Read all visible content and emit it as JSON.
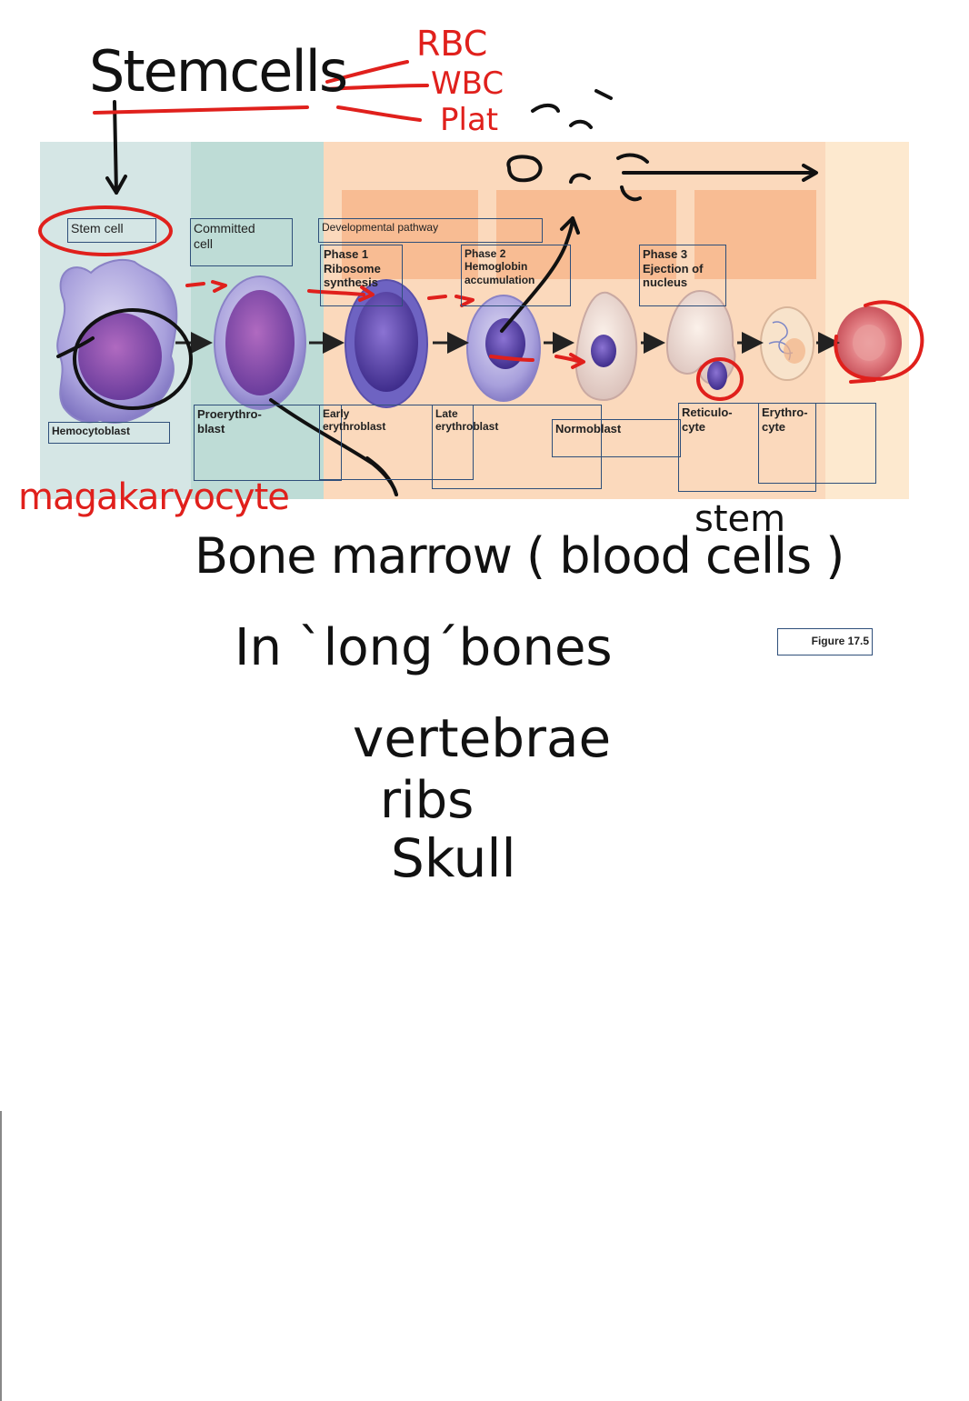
{
  "diagram": {
    "stages": {
      "stem_cell": "Stem cell",
      "committed_cell": "Committed\ncell",
      "developmental_pathway": "Developmental pathway"
    },
    "phases": {
      "phase1": "Phase 1\nRibosome\nsynthesis",
      "phase2": "Phase 2\nHemoglobin\naccumulation",
      "phase3": "Phase 3\nEjection of\nnucleus"
    },
    "cells": {
      "hemocytoblast": "Hemocytoblast",
      "proerythroblast": "Proerythro-\nblast",
      "early_erythroblast": "Early\nerythroblast",
      "late_erythroblast": "Late\nerythroblast",
      "normoblast": "Normoblast",
      "reticulocyte": "Reticulo-\ncyte",
      "erythrocyte": "Erythro-\ncyte"
    },
    "figure_caption": "Figure 17.5",
    "colors": {
      "stem_panel": "#d5e6e5",
      "committed_panel": "#bedcd6",
      "pathway_panel": "#fbd9bc",
      "mature_panel": "#fde9cf",
      "phase_box": "#f8bc93",
      "nucleus": "#7a55b8",
      "cell_body": "#a8a0dc",
      "rbc": "#e07b80"
    }
  },
  "annotations": {
    "stem_cells": "Stemcells",
    "rbc": "RBC",
    "wbc": "WBC",
    "plat": "Plat",
    "megakaryocyte": "magakaryocyte",
    "stem": "stem",
    "bone_marrow": "Bone marrow ( blood cells )",
    "in_long_bones": "In `long´bones",
    "vertebrae": "vertebrae",
    "ribs": "ribs",
    "skull": "Skull",
    "colors": {
      "red_ink": "#e0201c",
      "black_ink": "#111111"
    }
  }
}
